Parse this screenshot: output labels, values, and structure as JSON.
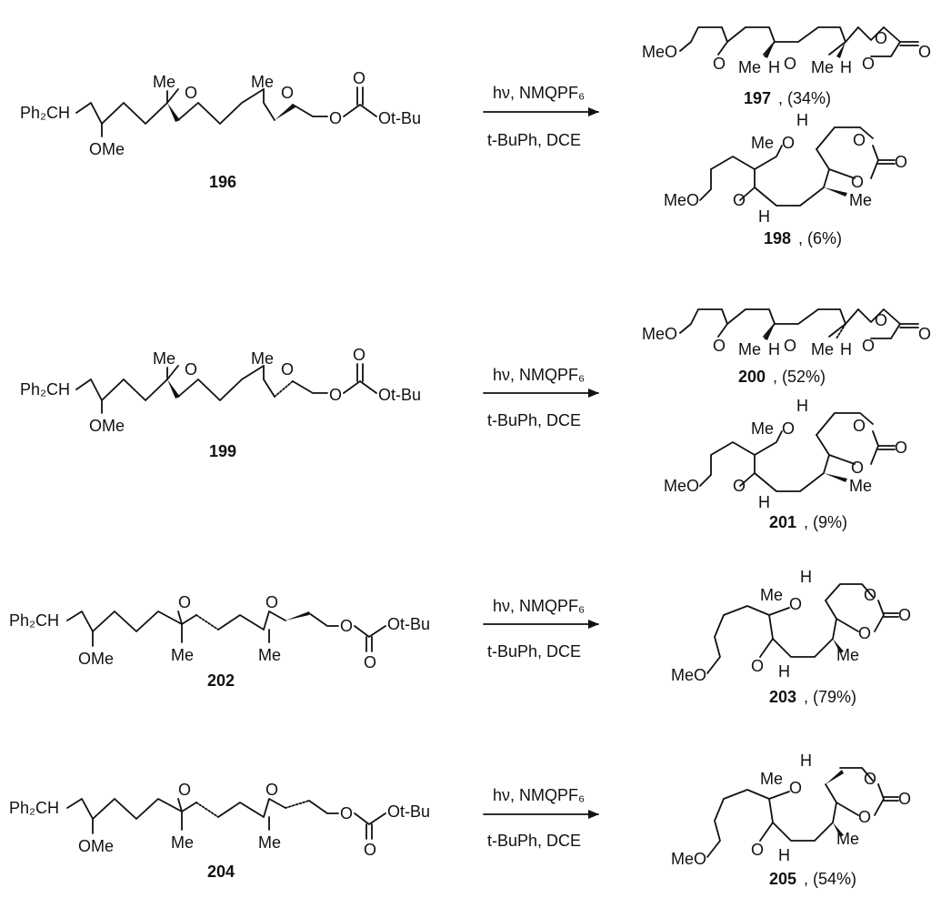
{
  "rows": [
    {
      "reactant": {
        "ph2ch": "Ph₂CH",
        "ome": "OMe",
        "me1": "Me",
        "me2": "Me",
        "o_epox1": "O",
        "o_epox2": "O",
        "carbonate_o_dbl": "O",
        "carbonate_o": "O",
        "otbu": "Ot-Bu",
        "label": "196"
      },
      "conditions": {
        "top": "hν, NMQPF₆",
        "bottom": "t-BuPh, DCE"
      },
      "products": [
        {
          "label": "197",
          "yield": ", (34%)",
          "meo": "MeO",
          "ring_o1": "O",
          "ring_o2": "O",
          "me1": "Me",
          "h1": "H",
          "me2": "Me",
          "h2": "H",
          "o_top": "O",
          "o_bottom": "O",
          "o_exo": "O"
        },
        {
          "label": "198",
          "yield": ", (6%)",
          "meo": "MeO",
          "ring_o1": "O",
          "ring_o2": "O",
          "o_top": "O",
          "o_right": "O",
          "o_exo": "O",
          "me_top": "Me",
          "me_bot": "Me",
          "h_top": "H",
          "h_bot": "H"
        }
      ]
    },
    {
      "reactant": {
        "ph2ch": "Ph₂CH",
        "ome": "OMe",
        "me1": "Me",
        "me2": "Me",
        "o_epox1": "O",
        "o_epox2": "O",
        "carbonate_o_dbl": "O",
        "carbonate_o": "O",
        "otbu": "Ot-Bu",
        "label": "199"
      },
      "conditions": {
        "top": "hν, NMQPF₆",
        "bottom": "t-BuPh, DCE"
      },
      "products": [
        {
          "label": "200",
          "yield": ", (52%)",
          "meo": "MeO",
          "ring_o1": "O",
          "ring_o2": "O",
          "me1": "Me",
          "h1": "H",
          "me2": "Me",
          "h2": "H",
          "o_top": "O",
          "o_bottom": "O",
          "o_exo": "O"
        },
        {
          "label": "201",
          "yield": ", (9%)",
          "meo": "MeO",
          "ring_o1": "O",
          "ring_o2": "O",
          "o_top": "O",
          "o_right": "O",
          "o_exo": "O",
          "me_top": "Me",
          "me_bot": "Me",
          "h_top": "H",
          "h_bot": "H"
        }
      ]
    },
    {
      "reactant": {
        "ph2ch": "Ph₂CH",
        "ome": "OMe",
        "me1": "Me",
        "me2": "Me",
        "o_epox1": "O",
        "o_epox2": "O",
        "carbonate_o_dbl": "O",
        "carbonate_o": "O",
        "otbu": "Ot-Bu",
        "label": "202"
      },
      "conditions": {
        "top": "hν, NMQPF₆",
        "bottom": "t-BuPh, DCE"
      },
      "products": [
        {
          "label": "203",
          "yield": ", (79%)",
          "meo": "MeO",
          "ring_o1": "O",
          "ring_o2": "O",
          "o_top": "O",
          "o_right": "O",
          "o_exo": "O",
          "me_top": "Me",
          "me_bot": "Me",
          "h_top": "H",
          "h_bot": "H"
        }
      ]
    },
    {
      "reactant": {
        "ph2ch": "Ph₂CH",
        "ome": "OMe",
        "me1": "Me",
        "me2": "Me",
        "o_epox1": "O",
        "o_epox2": "O",
        "carbonate_o_dbl": "O",
        "carbonate_o": "O",
        "otbu": "Ot-Bu",
        "label": "204"
      },
      "conditions": {
        "top": "hν, NMQPF₆",
        "bottom": "t-BuPh, DCE"
      },
      "products": [
        {
          "label": "205",
          "yield": ", (54%)",
          "meo": "MeO",
          "ring_o1": "O",
          "ring_o2": "O",
          "o_top": "O",
          "o_right": "O",
          "o_exo": "O",
          "me_top": "Me",
          "me_bot": "Me",
          "h_top": "H",
          "h_bot": "H"
        }
      ]
    }
  ]
}
